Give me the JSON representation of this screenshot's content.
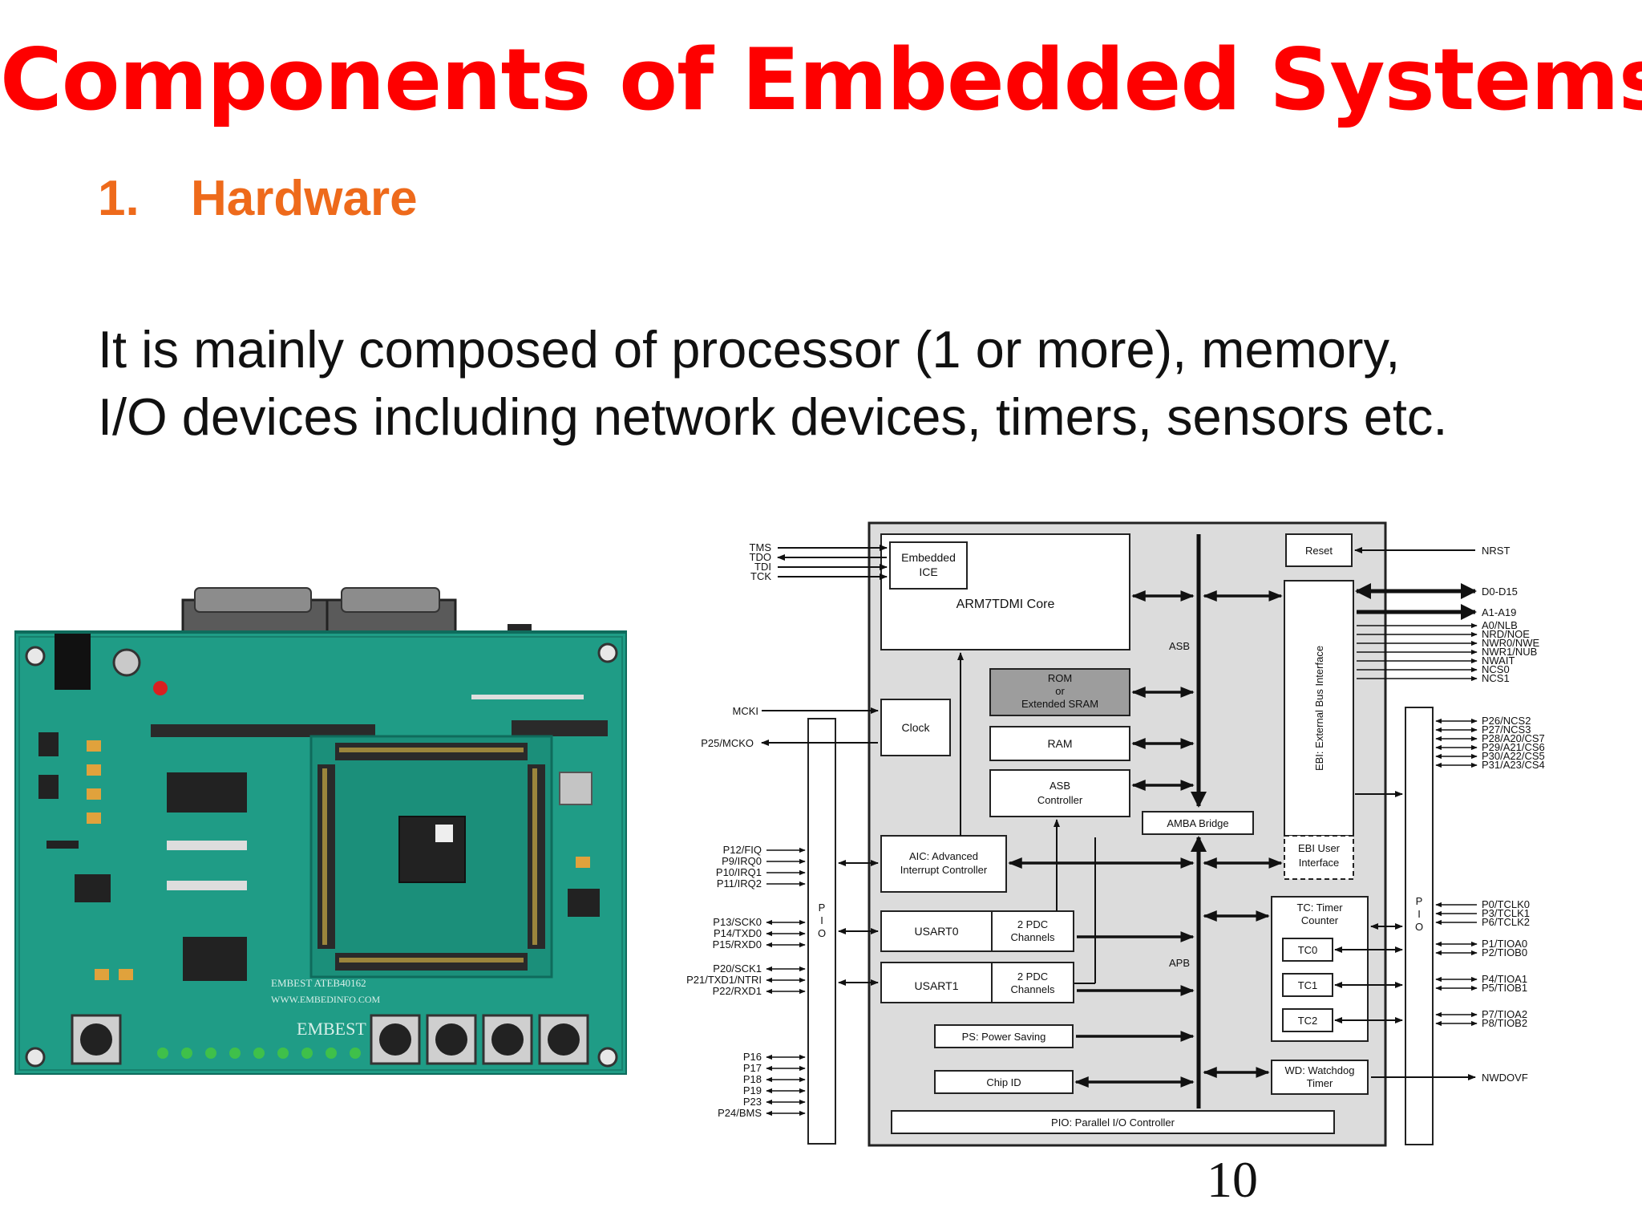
{
  "slide": {
    "title": "Components of Embedded Systems",
    "subtitle_number": "1.",
    "subtitle": "Hardware",
    "body_lines": [
      "It is mainly composed of processor (1 or more), memory,",
      "I/O devices including network devices, timers, sensors etc."
    ],
    "page_number": "10"
  },
  "board_photo": {
    "silkscreen": [
      "EMBEST ATEB40162",
      "WWW.EMBEDINFO.COM",
      "EMBEST"
    ]
  },
  "diagram": {
    "core": {
      "embedded_ice": [
        "Embedded",
        "ICE"
      ],
      "arm_core": "ARM7TDMI Core"
    },
    "rom": [
      "ROM",
      "or",
      "Extended SRAM"
    ],
    "ram": "RAM",
    "asb_controller": [
      "ASB",
      "Controller"
    ],
    "clock": "Clock",
    "amba_bridge": "AMBA Bridge",
    "asb_label": "ASB",
    "apb_label": "APB",
    "aic": [
      "AIC: Advanced",
      "Interrupt Controller"
    ],
    "usart0": "USART0",
    "usart1": "USART1",
    "pdc": [
      "2 PDC",
      "Channels"
    ],
    "ps": "PS: Power Saving",
    "chip_id": "Chip ID",
    "pio_ctrl": "PIO: Parallel I/O Controller",
    "reset": "Reset",
    "ebi": "EBI: External Bus Interface",
    "ebi_user": [
      "EBI User",
      "Interface"
    ],
    "tc": [
      "TC: Timer",
      "Counter"
    ],
    "tc_blocks": [
      "TC0",
      "TC1",
      "TC2"
    ],
    "wd": [
      "WD: Watchdog",
      "Timer"
    ],
    "pio_bar": [
      "P",
      "I",
      "O"
    ],
    "left_signals": {
      "jtag": [
        "TMS",
        "TDO",
        "TDI",
        "TCK"
      ],
      "mcki": "MCKI",
      "mcko": "P25/MCKO",
      "irq": [
        "P12/FIQ",
        "P9/IRQ0",
        "P10/IRQ1",
        "P11/IRQ2"
      ],
      "usart0": [
        "P13/SCK0",
        "P14/TXD0",
        "P15/RXD0"
      ],
      "usart1": [
        "P20/SCK1",
        "P21/TXD1/NTRI",
        "P22/RXD1"
      ],
      "gpio": [
        "P16",
        "P17",
        "P18",
        "P19",
        "P23",
        "P24/BMS"
      ]
    },
    "right_signals": {
      "nrst": "NRST",
      "bus": [
        "D0-D15",
        "A1-A19"
      ],
      "ctrl": [
        "A0/NLB",
        "NRD/NOE",
        "NWR0/NWE",
        "NWR1/NUB",
        "NWAIT",
        "NCS0",
        "NCS1"
      ],
      "cs": [
        "P26/NCS2",
        "P27/NCS3",
        "P28/A20/CS7",
        "P29/A21/CS6",
        "P30/A22/CS5",
        "P31/A23/CS4"
      ],
      "tclk": [
        "P0/TCLK0",
        "P3/TCLK1",
        "P6/TCLK2"
      ],
      "tio0": [
        "P1/TIOA0",
        "P2/TIOB0"
      ],
      "tio1": [
        "P4/TIOA1",
        "P5/TIOB1"
      ],
      "tio2": [
        "P7/TIOA2",
        "P8/TIOB2"
      ],
      "nwdovf": "NWDOVF"
    }
  }
}
